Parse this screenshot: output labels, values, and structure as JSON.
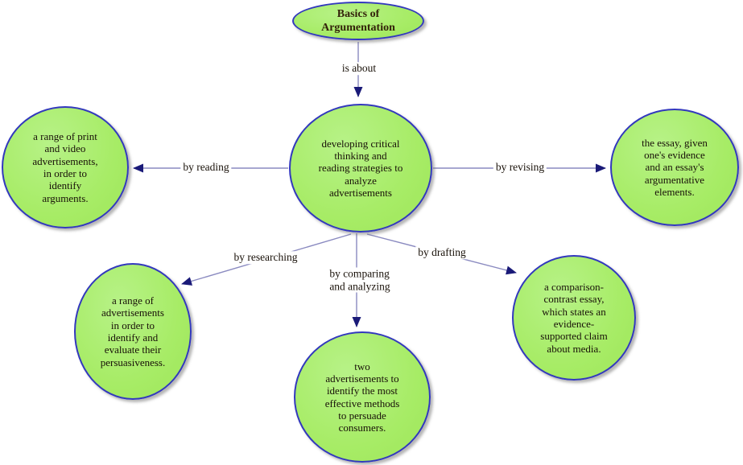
{
  "diagram": {
    "type": "concept-map",
    "colors": {
      "node_fill": "#a7ec66",
      "node_border": "#3238bd",
      "connector_line": "#8a8ac0",
      "arrowhead": "#1a1a78",
      "node_text": "#181008",
      "title_text": "#33220a",
      "background": "#ffffff"
    },
    "nodes": [
      {
        "id": "basics",
        "role": "main-idea",
        "label": "Basics of\nArgumentation"
      },
      {
        "id": "central",
        "role": "central-topic",
        "label": "developing critical\nthinking and\nreading strategies to\nanalyze\nadvertisements"
      },
      {
        "id": "reading-target",
        "label": "a range of print\nand video\nadvertisements,\nin order to\nidentify\narguments."
      },
      {
        "id": "revising-target",
        "label": "the essay, given\none's evidence\nand an essay's\nargumentative\nelements."
      },
      {
        "id": "researching-target",
        "label": "a range of\nadvertisements\nin order to\nidentify and\nevaluate their\npersuasiveness."
      },
      {
        "id": "comparing-target",
        "label": "two\nadvertisements to\nidentify the most\neffective methods\nto persuade\nconsumers."
      },
      {
        "id": "drafting-target",
        "label": "a comparison-\ncontrast essay,\nwhich states an\nevidence-\nsupported claim\nabout media."
      }
    ],
    "links": [
      {
        "id": "is-about",
        "from": "basics",
        "to": "central",
        "label": "is about"
      },
      {
        "id": "by-reading",
        "from": "central",
        "to": "reading-target",
        "label": "by reading"
      },
      {
        "id": "by-revising",
        "from": "central",
        "to": "revising-target",
        "label": "by revising"
      },
      {
        "id": "by-researching",
        "from": "central",
        "to": "researching-target",
        "label": "by researching"
      },
      {
        "id": "by-comparing-and-analyzing",
        "from": "central",
        "to": "comparing-target",
        "label": "by comparing\nand analyzing"
      },
      {
        "id": "by-drafting",
        "from": "central",
        "to": "drafting-target",
        "label": "by drafting"
      }
    ]
  }
}
